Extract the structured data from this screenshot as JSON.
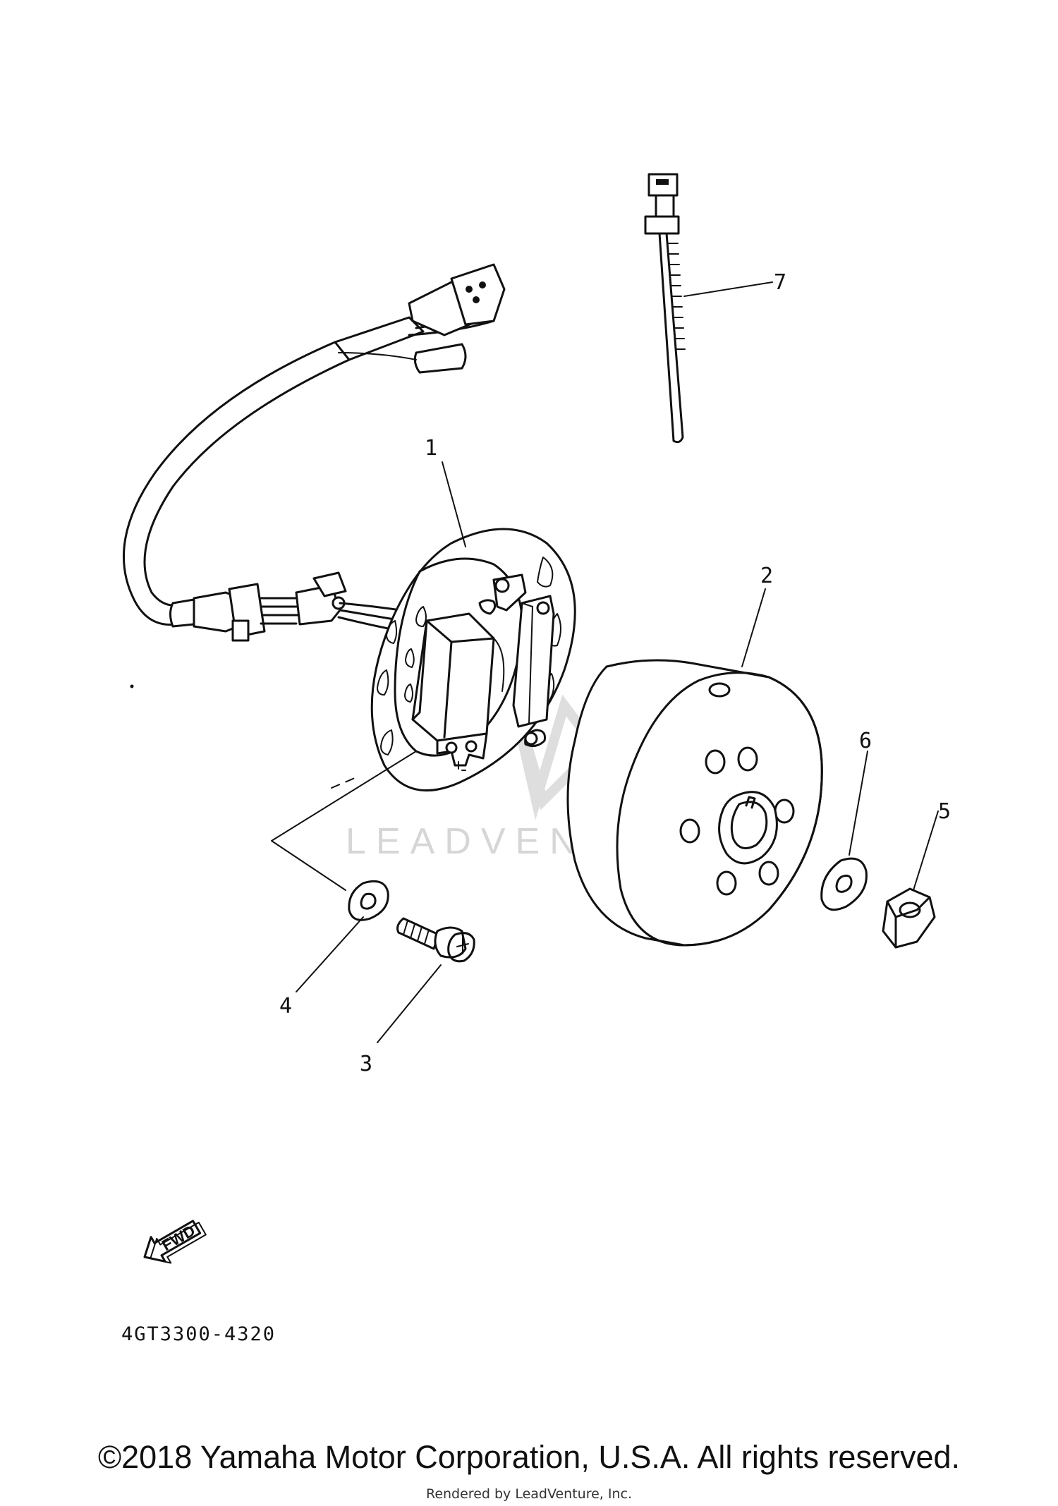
{
  "diagram": {
    "callouts": [
      {
        "number": "1",
        "part": "stator-assembly"
      },
      {
        "number": "2",
        "part": "rotor-flywheel"
      },
      {
        "number": "3",
        "part": "screw"
      },
      {
        "number": "4",
        "part": "washer"
      },
      {
        "number": "5",
        "part": "nut"
      },
      {
        "number": "6",
        "part": "washer"
      },
      {
        "number": "7",
        "part": "cable-tie"
      }
    ],
    "fwd_label": "FWD",
    "diagram_code": "4GT3300-4320",
    "watermark": "LEADVENTURE"
  },
  "footer": {
    "copyright": "©2018 Yamaha Motor Corporation, U.S.A. All rights reserved.",
    "rendered_by": "Rendered by LeadVenture, Inc."
  }
}
